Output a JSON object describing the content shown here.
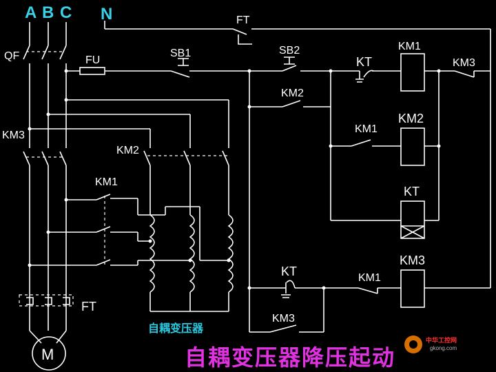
{
  "phases": {
    "a": "A",
    "b": "B",
    "c": "C",
    "n": "N"
  },
  "labels": {
    "qf": "QF",
    "fu": "FU",
    "km3_main": "KM3",
    "km2_main": "KM2",
    "km1_main": "KM1",
    "ft_main": "FT",
    "motor": "M",
    "ft_ctrl": "FT",
    "sb1": "SB1",
    "sb2": "SB2",
    "km2_aux": "KM2",
    "kt_contact": "KT",
    "km1_coil": "KM1",
    "km3_contact": "KM3",
    "km1_aux": "KM1",
    "km2_coil": "KM2",
    "kt_coil": "KT",
    "kt_contact2": "KT",
    "km1_contact2": "KM1",
    "km3_coil": "KM3",
    "km3_hold": "KM3"
  },
  "caption": "自耦变压器",
  "title": "自耦变压器降压起动",
  "watermark": {
    "text": "中华工控网",
    "url": "gkong.com"
  },
  "colors": {
    "phase": "#3ad1e8",
    "caption": "#29c9e0",
    "title": "#e032e0",
    "background": "#000000",
    "wire": "#ffffff"
  }
}
